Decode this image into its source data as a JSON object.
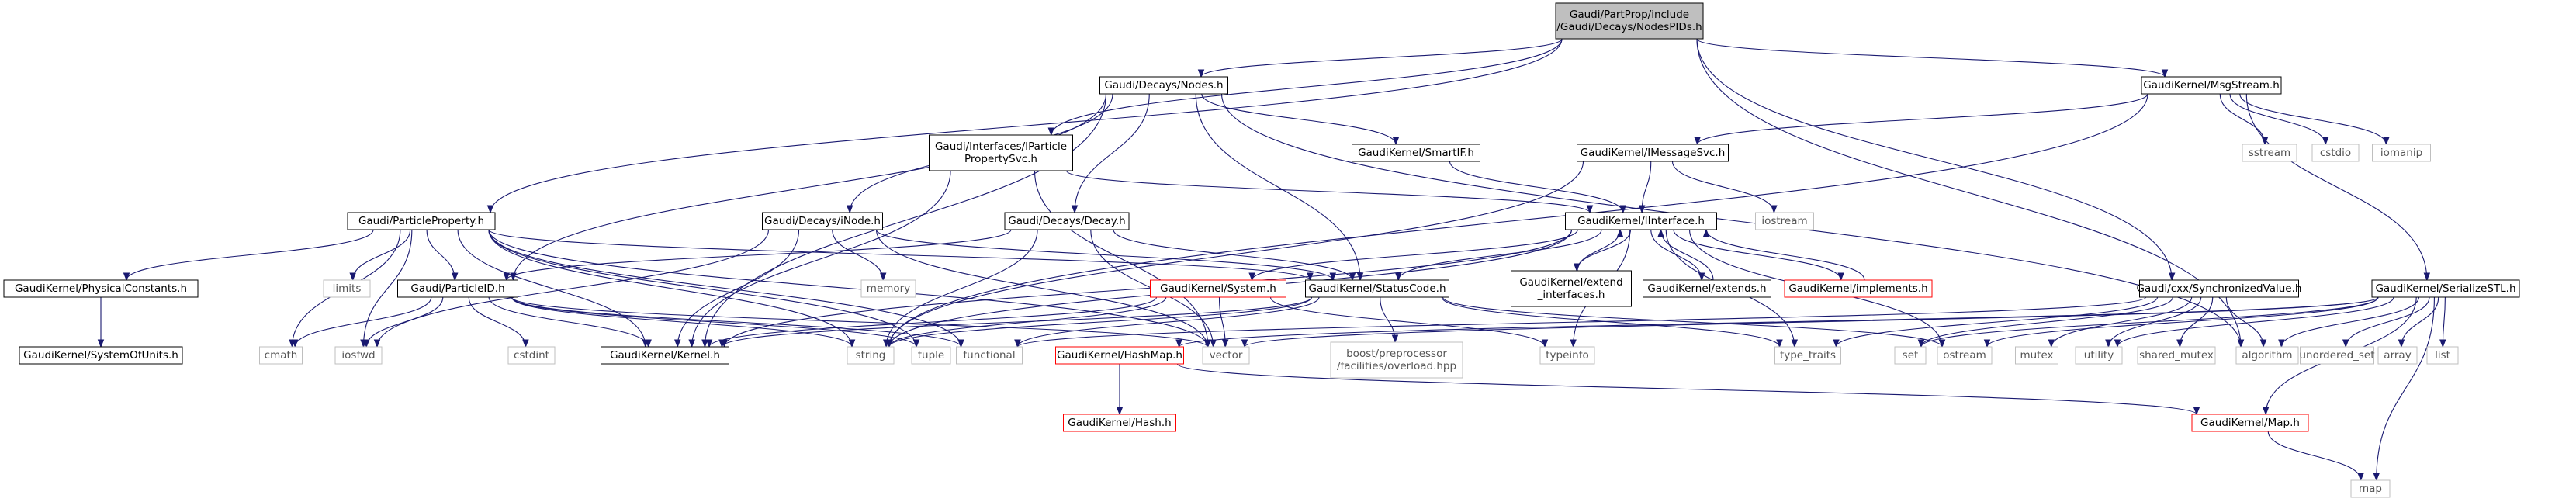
{
  "diagram": {
    "type": "include-dependency-graph",
    "colors": {
      "edge": "#191970",
      "root_fill": "#bfbfbf",
      "root_border": "#000000",
      "documented_border": "#000000",
      "truncated_border": "#ff0000",
      "external_border": "#bfbfbf",
      "external_text": "#555555",
      "text": "#000000"
    },
    "nodes": [
      {
        "id": "root",
        "lines": [
          "Gaudi/PartProp/include",
          "/Gaudi/Decays/NodesPIDs.h"
        ],
        "kind": "root"
      },
      {
        "id": "nodes_h",
        "lines": [
          "Gaudi/Decays/Nodes.h"
        ],
        "kind": "doc"
      },
      {
        "id": "msgstream",
        "lines": [
          "GaudiKernel/MsgStream.h"
        ],
        "kind": "doc"
      },
      {
        "id": "iparticlepropsvc",
        "lines": [
          "Gaudi/Interfaces/IParticle",
          "PropertySvc.h"
        ],
        "kind": "doc"
      },
      {
        "id": "smartif",
        "lines": [
          "GaudiKernel/SmartIF.h"
        ],
        "kind": "doc"
      },
      {
        "id": "imessagesvc",
        "lines": [
          "GaudiKernel/IMessageSvc.h"
        ],
        "kind": "doc"
      },
      {
        "id": "sstream",
        "lines": [
          "sstream"
        ],
        "kind": "ext"
      },
      {
        "id": "cstdio",
        "lines": [
          "cstdio"
        ],
        "kind": "ext"
      },
      {
        "id": "iomanip",
        "lines": [
          "iomanip"
        ],
        "kind": "ext"
      },
      {
        "id": "particleproperty",
        "lines": [
          "Gaudi/ParticleProperty.h"
        ],
        "kind": "doc"
      },
      {
        "id": "inode",
        "lines": [
          "Gaudi/Decays/iNode.h"
        ],
        "kind": "doc"
      },
      {
        "id": "decay",
        "lines": [
          "Gaudi/Decays/Decay.h"
        ],
        "kind": "doc"
      },
      {
        "id": "iinterface",
        "lines": [
          "GaudiKernel/IInterface.h"
        ],
        "kind": "doc"
      },
      {
        "id": "iostream",
        "lines": [
          "iostream"
        ],
        "kind": "ext"
      },
      {
        "id": "physconst",
        "lines": [
          "GaudiKernel/PhysicalConstants.h"
        ],
        "kind": "doc"
      },
      {
        "id": "limits",
        "lines": [
          "limits"
        ],
        "kind": "ext"
      },
      {
        "id": "particleid",
        "lines": [
          "Gaudi/ParticleID.h"
        ],
        "kind": "doc"
      },
      {
        "id": "memory",
        "lines": [
          "memory"
        ],
        "kind": "ext"
      },
      {
        "id": "system",
        "lines": [
          "GaudiKernel/System.h"
        ],
        "kind": "trunc"
      },
      {
        "id": "statuscode",
        "lines": [
          "GaudiKernel/StatusCode.h"
        ],
        "kind": "doc"
      },
      {
        "id": "extendinterfaces",
        "lines": [
          "GaudiKernel/extend",
          "_interfaces.h"
        ],
        "kind": "doc"
      },
      {
        "id": "extends",
        "lines": [
          "GaudiKernel/extends.h"
        ],
        "kind": "doc"
      },
      {
        "id": "implements",
        "lines": [
          "GaudiKernel/implements.h"
        ],
        "kind": "trunc"
      },
      {
        "id": "synchronizedvalue",
        "lines": [
          "Gaudi/cxx/SynchronizedValue.h"
        ],
        "kind": "doc"
      },
      {
        "id": "serializestl",
        "lines": [
          "GaudiKernel/SerializeSTL.h"
        ],
        "kind": "doc"
      },
      {
        "id": "systemofunits",
        "lines": [
          "GaudiKernel/SystemOfUnits.h"
        ],
        "kind": "doc"
      },
      {
        "id": "cmath",
        "lines": [
          "cmath"
        ],
        "kind": "ext"
      },
      {
        "id": "iosfwd",
        "lines": [
          "iosfwd"
        ],
        "kind": "ext"
      },
      {
        "id": "cstdint",
        "lines": [
          "cstdint"
        ],
        "kind": "ext"
      },
      {
        "id": "kernel",
        "lines": [
          "GaudiKernel/Kernel.h"
        ],
        "kind": "doc"
      },
      {
        "id": "string",
        "lines": [
          "string"
        ],
        "kind": "ext"
      },
      {
        "id": "tuple",
        "lines": [
          "tuple"
        ],
        "kind": "ext"
      },
      {
        "id": "functional",
        "lines": [
          "functional"
        ],
        "kind": "ext"
      },
      {
        "id": "hashmap",
        "lines": [
          "GaudiKernel/HashMap.h"
        ],
        "kind": "trunc"
      },
      {
        "id": "vector",
        "lines": [
          "vector"
        ],
        "kind": "ext"
      },
      {
        "id": "boostoverload",
        "lines": [
          "boost/preprocessor",
          "/facilities/overload.hpp"
        ],
        "kind": "ext"
      },
      {
        "id": "typeinfo",
        "lines": [
          "typeinfo"
        ],
        "kind": "ext"
      },
      {
        "id": "type_traits",
        "lines": [
          "type_traits"
        ],
        "kind": "ext"
      },
      {
        "id": "set",
        "lines": [
          "set"
        ],
        "kind": "ext"
      },
      {
        "id": "ostream",
        "lines": [
          "ostream"
        ],
        "kind": "ext"
      },
      {
        "id": "mutex",
        "lines": [
          "mutex"
        ],
        "kind": "ext"
      },
      {
        "id": "utility",
        "lines": [
          "utility"
        ],
        "kind": "ext"
      },
      {
        "id": "shared_mutex",
        "lines": [
          "shared_mutex"
        ],
        "kind": "ext"
      },
      {
        "id": "algorithm",
        "lines": [
          "algorithm"
        ],
        "kind": "ext"
      },
      {
        "id": "unordered_set",
        "lines": [
          "unordered_set"
        ],
        "kind": "ext"
      },
      {
        "id": "array",
        "lines": [
          "array"
        ],
        "kind": "ext"
      },
      {
        "id": "list",
        "lines": [
          "list"
        ],
        "kind": "ext"
      },
      {
        "id": "hash",
        "lines": [
          "GaudiKernel/Hash.h"
        ],
        "kind": "trunc"
      },
      {
        "id": "map_h",
        "lines": [
          "GaudiKernel/Map.h"
        ],
        "kind": "trunc"
      },
      {
        "id": "map",
        "lines": [
          "map"
        ],
        "kind": "ext"
      }
    ],
    "edges": [
      [
        "root",
        "nodes_h"
      ],
      [
        "root",
        "msgstream"
      ],
      [
        "root",
        "iparticlepropsvc"
      ],
      [
        "root",
        "particleproperty"
      ],
      [
        "root",
        "synchronizedvalue"
      ],
      [
        "root",
        "algorithm"
      ],
      [
        "nodes_h",
        "smartif"
      ],
      [
        "nodes_h",
        "inode"
      ],
      [
        "nodes_h",
        "decay"
      ],
      [
        "nodes_h",
        "particleid"
      ],
      [
        "nodes_h",
        "statuscode"
      ],
      [
        "nodes_h",
        "kernel"
      ],
      [
        "nodes_h",
        "algorithm"
      ],
      [
        "msgstream",
        "imessagesvc"
      ],
      [
        "msgstream",
        "sstream"
      ],
      [
        "msgstream",
        "cstdio"
      ],
      [
        "msgstream",
        "iomanip"
      ],
      [
        "msgstream",
        "serializestl"
      ],
      [
        "msgstream",
        "string"
      ],
      [
        "iparticlepropsvc",
        "iinterface"
      ],
      [
        "iparticlepropsvc",
        "kernel"
      ],
      [
        "iparticlepropsvc",
        "vector"
      ],
      [
        "smartif",
        "iinterface"
      ],
      [
        "imessagesvc",
        "iinterface"
      ],
      [
        "imessagesvc",
        "iostream"
      ],
      [
        "imessagesvc",
        "string"
      ],
      [
        "particleproperty",
        "physconst"
      ],
      [
        "particleproperty",
        "limits"
      ],
      [
        "particleproperty",
        "particleid"
      ],
      [
        "particleproperty",
        "cmath"
      ],
      [
        "particleproperty",
        "iosfwd"
      ],
      [
        "particleproperty",
        "kernel"
      ],
      [
        "particleproperty",
        "string"
      ],
      [
        "particleproperty",
        "tuple"
      ],
      [
        "particleproperty",
        "statuscode"
      ],
      [
        "particleproperty",
        "functional"
      ],
      [
        "particleproperty",
        "vector"
      ],
      [
        "inode",
        "memory"
      ],
      [
        "inode",
        "statuscode"
      ],
      [
        "inode",
        "kernel"
      ],
      [
        "inode",
        "iosfwd"
      ],
      [
        "inode",
        "vector"
      ],
      [
        "decay",
        "particleid"
      ],
      [
        "decay",
        "statuscode"
      ],
      [
        "decay",
        "string"
      ],
      [
        "decay",
        "vector"
      ],
      [
        "iinterface",
        "system"
      ],
      [
        "iinterface",
        "statuscode"
      ],
      [
        "iinterface",
        "extendinterfaces"
      ],
      [
        "iinterface",
        "extends"
      ],
      [
        "iinterface",
        "implements"
      ],
      [
        "iinterface",
        "kernel"
      ],
      [
        "iinterface",
        "ostream"
      ],
      [
        "iinterface",
        "type_traits"
      ],
      [
        "iinterface",
        "typeinfo"
      ],
      [
        "iinterface",
        "string"
      ],
      [
        "extendinterfaces",
        "iinterface"
      ],
      [
        "extends",
        "iinterface"
      ],
      [
        "implements",
        "iinterface"
      ],
      [
        "physconst",
        "systemofunits"
      ],
      [
        "particleid",
        "cmath"
      ],
      [
        "particleid",
        "cstdint"
      ],
      [
        "particleid",
        "iosfwd"
      ],
      [
        "particleid",
        "kernel"
      ],
      [
        "particleid",
        "string"
      ],
      [
        "particleid",
        "tuple"
      ],
      [
        "particleid",
        "functional"
      ],
      [
        "particleid",
        "vector"
      ],
      [
        "system",
        "kernel"
      ],
      [
        "system",
        "string"
      ],
      [
        "system",
        "vector"
      ],
      [
        "system",
        "typeinfo"
      ],
      [
        "statuscode",
        "boostoverload"
      ],
      [
        "statuscode",
        "kernel"
      ],
      [
        "statuscode",
        "functional"
      ],
      [
        "statuscode",
        "ostream"
      ],
      [
        "statuscode",
        "type_traits"
      ],
      [
        "statuscode",
        "string"
      ],
      [
        "synchronizedvalue",
        "type_traits"
      ],
      [
        "synchronizedvalue",
        "set"
      ],
      [
        "synchronizedvalue",
        "mutex"
      ],
      [
        "synchronizedvalue",
        "utility"
      ],
      [
        "synchronizedvalue",
        "shared_mutex"
      ],
      [
        "synchronizedvalue",
        "algorithm"
      ],
      [
        "synchronizedvalue",
        "functional"
      ],
      [
        "serializestl",
        "hashmap"
      ],
      [
        "serializestl",
        "map_h"
      ],
      [
        "serializestl",
        "vector"
      ],
      [
        "serializestl",
        "set"
      ],
      [
        "serializestl",
        "ostream"
      ],
      [
        "serializestl",
        "utility"
      ],
      [
        "serializestl",
        "unordered_set"
      ],
      [
        "serializestl",
        "array"
      ],
      [
        "serializestl",
        "list"
      ],
      [
        "serializestl",
        "map"
      ],
      [
        "serializestl",
        "algorithm"
      ],
      [
        "hashmap",
        "hash"
      ],
      [
        "hashmap",
        "map_h"
      ],
      [
        "map_h",
        "map"
      ]
    ]
  }
}
